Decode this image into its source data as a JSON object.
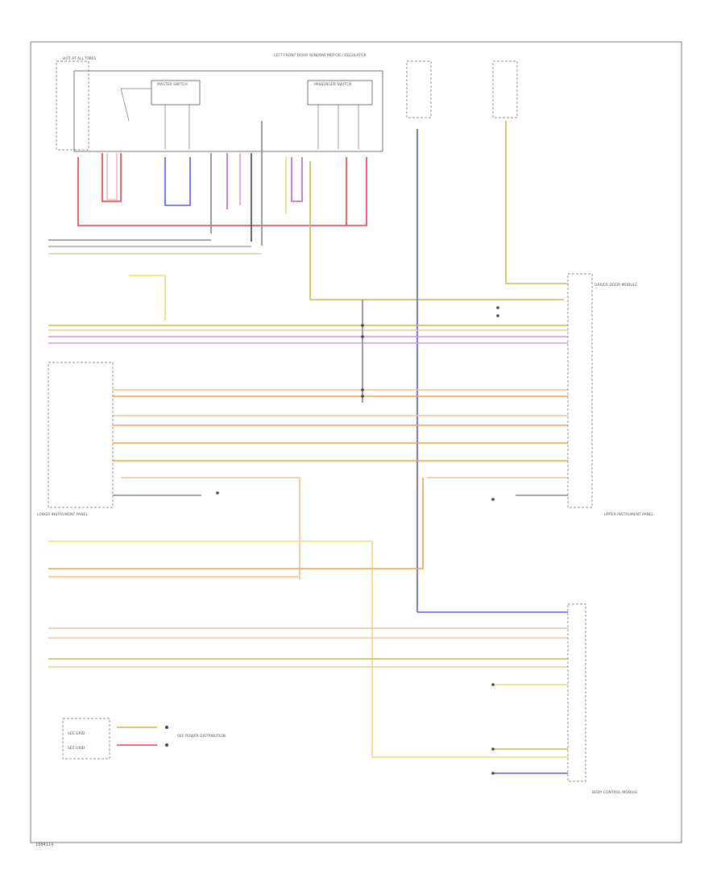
{
  "colors": {
    "red": "#e8404a",
    "pink": "#f3b6bd",
    "purple": "#c060d0",
    "violet": "#d49de2",
    "blue": "#5a5ae0",
    "yellow": "#e8e070",
    "khaki": "#d8d2a0",
    "orange": "#f2a050",
    "peach": "#f2c09a",
    "olive": "#c6b850",
    "gray": "#888888",
    "dark": "#444444",
    "lightgray": "#cfcfcf"
  },
  "labels": {
    "page_id": "1884114",
    "top_component": "LEFT FRONT DOOR WINDOW MOTOR / REGULATOR",
    "switch_left": "MASTER SWITCH",
    "switch_right": "PASSENGER SWITCH",
    "fuse_block": "HOT AT ALL TIMES",
    "module_right": "DRIVER DOOR MODULE",
    "module_bottom": "BODY CONTROL MODULE",
    "connector_left": "LOWER INSTRUMENT PANEL",
    "connector_right": "UPPER INSTRUMENT PANEL",
    "legend_a": "SEE GRID",
    "legend_b": "SEE GRID",
    "legend_note": "SEE POWER DISTRIBUTION"
  }
}
